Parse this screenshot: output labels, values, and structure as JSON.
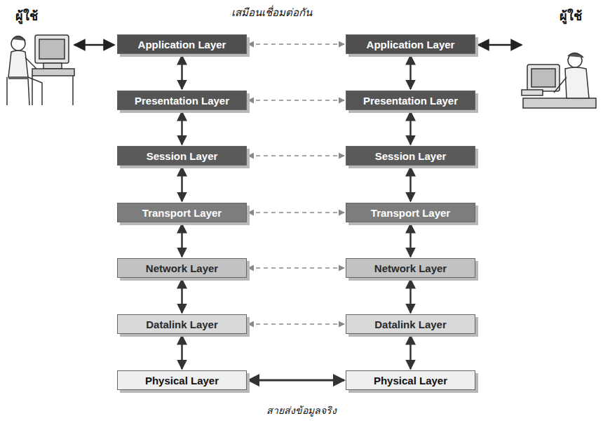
{
  "diagram": {
    "nodes": [
      {
        "text": [
          "Application Layer"
        ]
      },
      {
        "text": [
          "Application Layer"
        ]
      },
      {
        "text": [
          "Presentation Layer"
        ]
      },
      {
        "text": [
          "Presentation Layer"
        ]
      },
      {
        "text": [
          "Session Layer"
        ]
      },
      {
        "text": [
          "Session Layer"
        ]
      },
      {
        "text": [
          "Transport Layer"
        ]
      },
      {
        "text": [
          "Transport Layer"
        ]
      },
      {
        "text": [
          "Network Layer"
        ]
      },
      {
        "text": [
          "Network Layer"
        ]
      },
      {
        "text": [
          "Datalink Layer"
        ]
      },
      {
        "text": [
          "Datalink Layer"
        ]
      },
      {
        "text": [
          "Physical Layer"
        ]
      },
      {
        "text": [
          "Physical Layer"
        ]
      }
    ],
    "edges": [
      {
        "from": 0,
        "to": 2,
        "arrow": "both"
      },
      {
        "from": 2,
        "to": 4,
        "arrow": "both"
      },
      {
        "from": 4,
        "to": 6,
        "arrow": "both"
      },
      {
        "from": 6,
        "to": 8,
        "arrow": "both"
      },
      {
        "from": 8,
        "to": 10,
        "arrow": "both"
      },
      {
        "from": 10,
        "to": 12,
        "arrow": "both"
      },
      {
        "from": 1,
        "to": 3,
        "arrow": "both"
      },
      {
        "from": 3,
        "to": 5,
        "arrow": "both"
      },
      {
        "from": 5,
        "to": 7,
        "arrow": "both"
      },
      {
        "from": 7,
        "to": 9,
        "arrow": "both"
      },
      {
        "from": 9,
        "to": 11,
        "arrow": "both"
      },
      {
        "from": 11,
        "to": 13,
        "arrow": "both"
      },
      {
        "from": 0,
        "to": 1,
        "arrow": "both"
      },
      {
        "from": 2,
        "to": 3,
        "arrow": "both"
      },
      {
        "from": 4,
        "to": 5,
        "arrow": "both"
      },
      {
        "from": 6,
        "to": 7,
        "arrow": "both"
      },
      {
        "from": 8,
        "to": 9,
        "arrow": "both"
      },
      {
        "from": 10,
        "to": 11,
        "arrow": "both"
      },
      {
        "from": 12,
        "to": 13,
        "arrow": "both"
      }
    ],
    "labels": [
      "ผู้ใช้",
      "เสมือนเชื่อมต่อกัน",
      "ผู้ใช้",
      "สายส่งข้อมูลจริง"
    ]
  }
}
